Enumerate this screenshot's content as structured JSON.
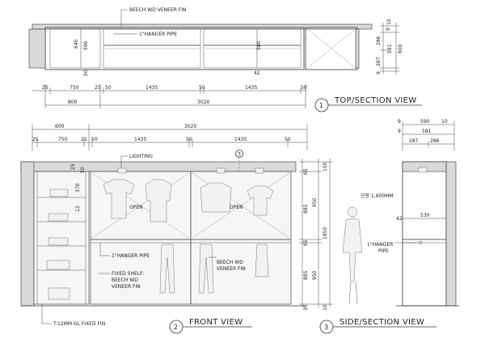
{
  "top_view": {
    "label_veneer": "BEECH WD VENEER FIN",
    "label_hanger": "1\"HANGER PIPE",
    "dims_top": [
      "25",
      "750",
      "25",
      "50",
      "1435",
      "50",
      "1435",
      "50"
    ],
    "dims_sub": [
      "800",
      "3020"
    ],
    "dims_vertical": [
      "640",
      "590",
      "50",
      "580",
      "42"
    ],
    "title_num": "1",
    "title": "TOP/SECTION VIEW",
    "side_dims": [
      "10",
      "286",
      "581",
      "287",
      "600",
      "9",
      "9"
    ]
  },
  "front_view": {
    "dims_total": [
      "600",
      "3020"
    ],
    "dims_row": [
      "25",
      "750",
      "25",
      "50",
      "1435",
      "50",
      "1435",
      "50"
    ],
    "label_lighting": "LIGHTING",
    "marker": "3",
    "open_left": "OPEN",
    "open_right": "OPEN",
    "label_hanger": "1\"HANGER PIPE",
    "label_shelf": [
      "FIXED SHELF:",
      "BEECH WD",
      "VENEER FIN"
    ],
    "label_veneer": [
      "BEECH WD",
      "VENEER FIN"
    ],
    "label_glass": "T:12MM GL FIXED FIN",
    "dims_left": [
      "25",
      "50",
      "370",
      "12"
    ],
    "dims_right": [
      "150",
      "65",
      "885",
      "950",
      "1950",
      "65",
      "885",
      "950",
      "10",
      "35"
    ],
    "person_label": "신장:1,600MM",
    "title_num": "2",
    "title": "FRONT VIEW"
  },
  "side_view": {
    "dims_top": [
      "9",
      "590",
      "10",
      "581",
      "287",
      "286",
      "9"
    ],
    "dim_depth": "530",
    "dim_42": "42",
    "label_hanger": [
      "1\"HANGER",
      "PIPE"
    ],
    "title_num": "3",
    "title": "SIDE/SECTION VIEW"
  }
}
